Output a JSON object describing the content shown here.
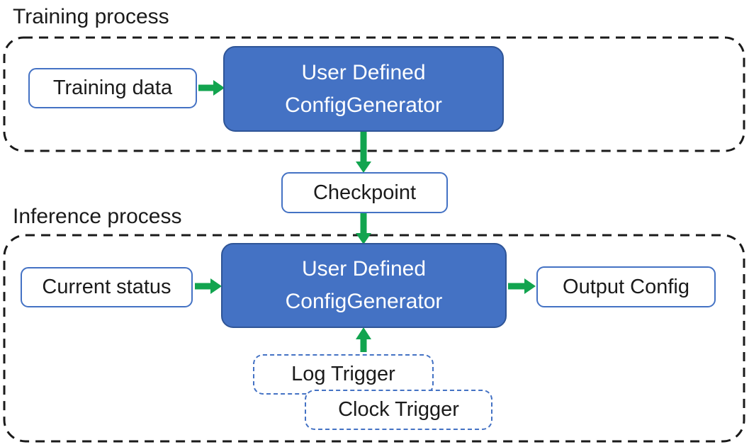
{
  "colors": {
    "solid_box_fill": "#4472C4",
    "solid_box_border": "#2F5597",
    "outline_box_border": "#4472C4",
    "arrow_green": "#12A44F",
    "container_dash": "#1a1a1a",
    "text_dark": "#1b1b1b",
    "solid_box_text": "#ffffff",
    "background": "#ffffff"
  },
  "training": {
    "section_label": "Training process",
    "input_box": "Training data",
    "generator_line1": "User Defined",
    "generator_line2": "ConfigGenerator"
  },
  "checkpoint": {
    "label": "Checkpoint"
  },
  "inference": {
    "section_label": "Inference process",
    "input_box": "Current status",
    "generator_line1": "User Defined",
    "generator_line2": "ConfigGenerator",
    "output_box": "Output Config",
    "log_trigger": "Log Trigger",
    "clock_trigger": "Clock Trigger"
  }
}
